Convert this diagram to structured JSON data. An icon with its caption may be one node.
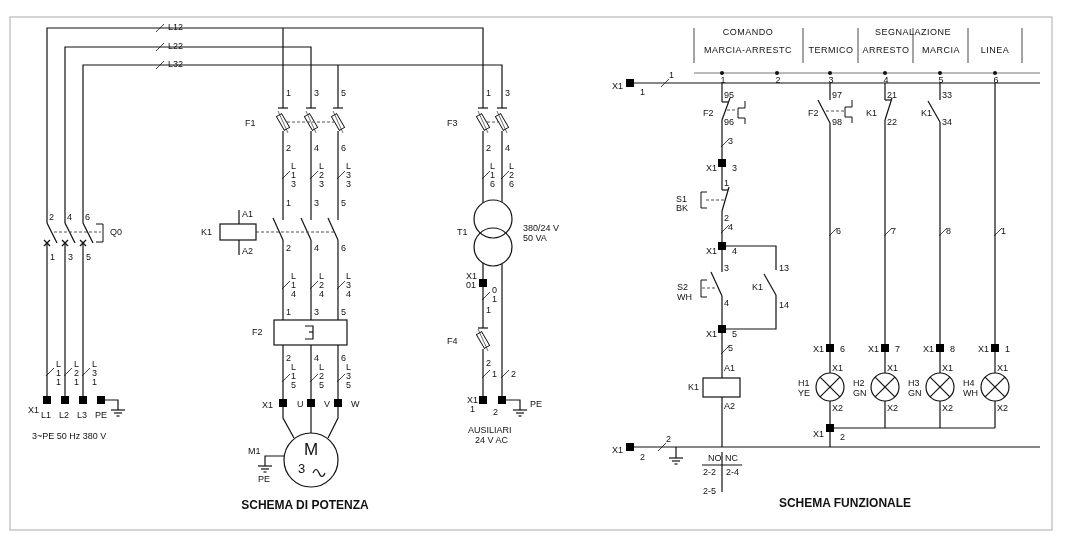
{
  "diagram": {
    "labels": [
      "L12",
      "L22",
      "L32",
      "2",
      "4",
      "6",
      "Q0",
      "1",
      "3",
      "5",
      "L11",
      "L21",
      "L31",
      "X1",
      "L1",
      "L2",
      "L3",
      "PE",
      "3~PE 50 Hz 380 V",
      "1",
      "3",
      "5",
      "F1",
      "2",
      "4",
      "6",
      "L13",
      "L23",
      "L33",
      "1",
      "3",
      "5",
      "A1",
      "K1",
      "A2",
      "2",
      "4",
      "6",
      "L14",
      "L24",
      "L34",
      "1",
      "3",
      "5",
      "F2",
      "2",
      "4",
      "6",
      "L15",
      "L25",
      "L35",
      "X1",
      "U",
      "V",
      "W",
      "M1",
      "M",
      "3",
      "PE",
      "SCHEMA DI POTENZA",
      "1",
      "3",
      "F3",
      "2",
      "4",
      "L16",
      "L26",
      "T1",
      "380/24 V",
      "50 VA",
      "X1",
      "01",
      "01",
      "1",
      "F4",
      "2",
      "1",
      "2",
      "X1",
      "1",
      "2",
      "PE",
      "AUSILIARI",
      "24 V AC",
      "COMANDO",
      "SEGNALAZIONE",
      "MARCIA-ARRESTC",
      "TERMICO",
      "ARRESTO",
      "MARCIA",
      "LINEA",
      "1",
      "2",
      "3",
      "4",
      "5",
      "6",
      "X1",
      "1",
      "1",
      "95",
      "F2",
      "96",
      "3",
      "X1",
      "3",
      "1",
      "S1",
      "BK",
      "2",
      "4",
      "X1",
      "4",
      "3",
      "13",
      "S2",
      "WH",
      "K1",
      "4",
      "14",
      "X1",
      "5",
      "5",
      "A1",
      "K1",
      "A2",
      "X1",
      "2",
      "2",
      "NO",
      "NC",
      "2-2",
      "2-4",
      "2-5",
      "97",
      "F2",
      "98",
      "21",
      "K1",
      "22",
      "33",
      "K1",
      "34",
      "6",
      "7",
      "8",
      "1",
      "X1",
      "6",
      "X1",
      "7",
      "X1",
      "8",
      "X1",
      "1",
      "X1",
      "H1",
      "YE",
      "X2",
      "X1",
      "H2",
      "GN",
      "X2",
      "X1",
      "H3",
      "GN",
      "X2",
      "X1",
      "H4",
      "WH",
      "X2",
      "X1",
      "2",
      "SCHEMA FUNZIONALE"
    ]
  }
}
